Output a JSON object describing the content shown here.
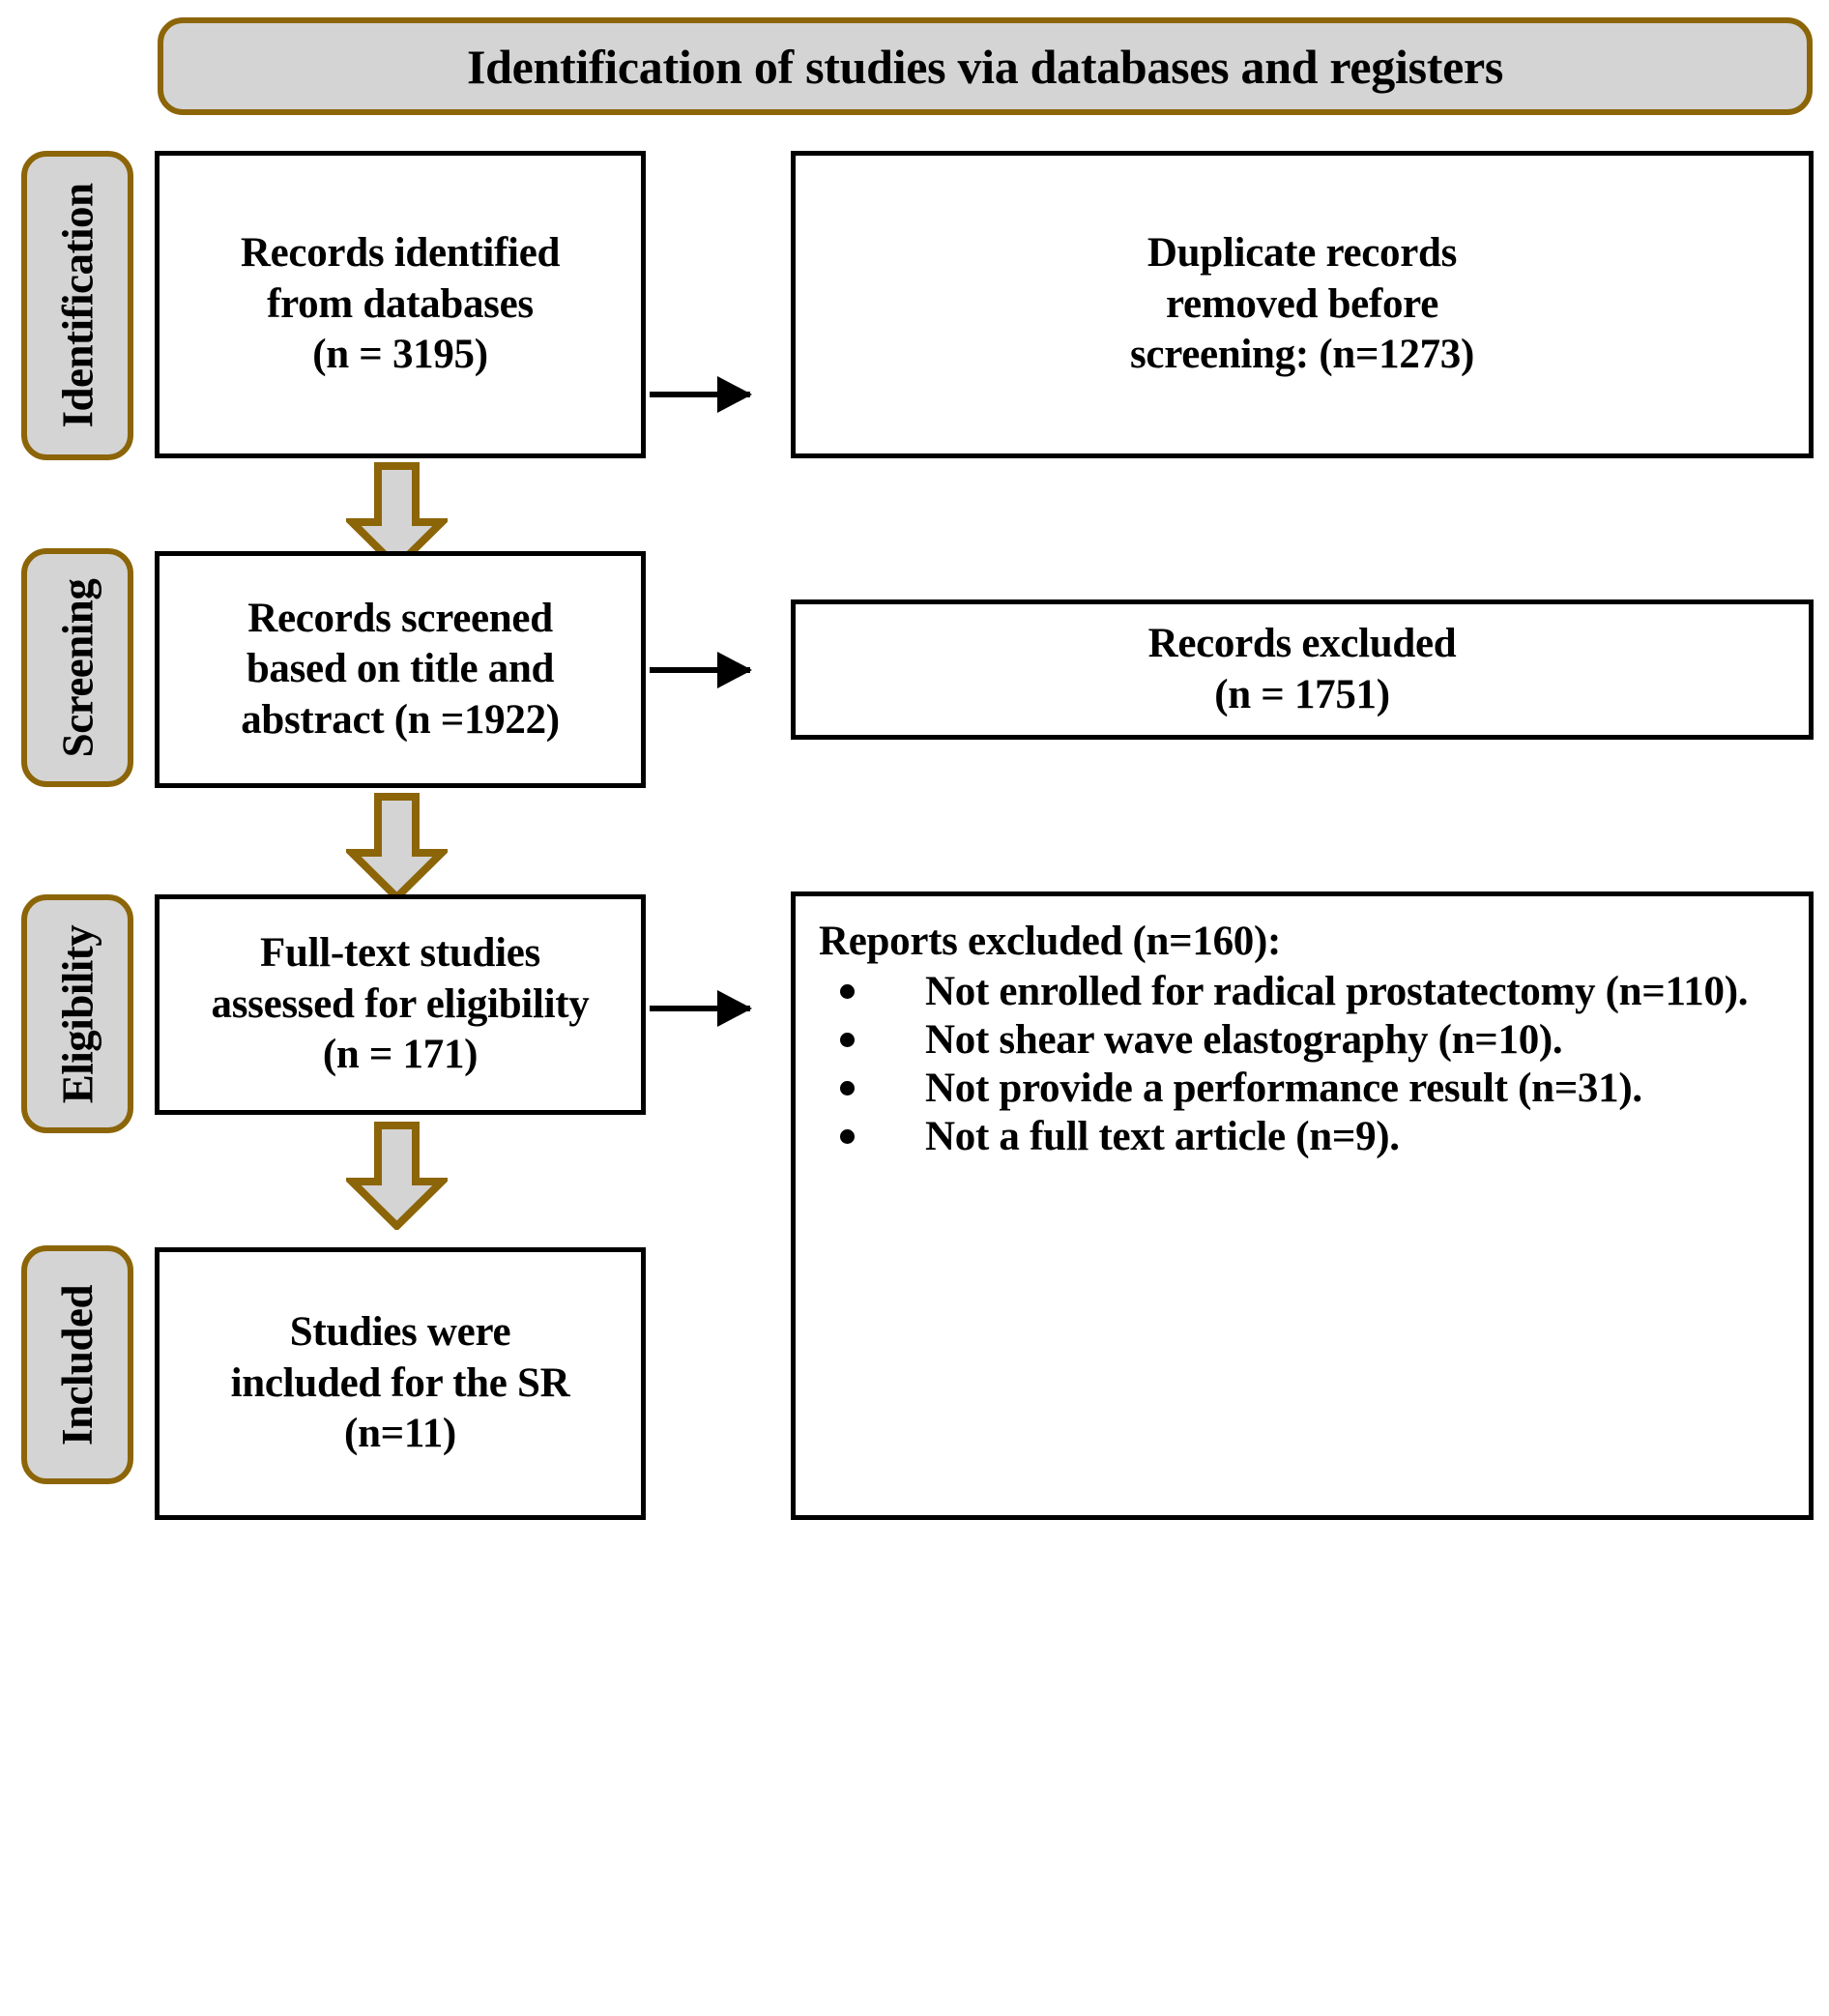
{
  "header": {
    "title": "Identification of studies via databases and registers"
  },
  "stages": [
    {
      "id": "identification",
      "label": "Identification"
    },
    {
      "id": "screening",
      "label": "Screening"
    },
    {
      "id": "eligibility",
      "label": "Eligibility"
    },
    {
      "id": "included",
      "label": "Included"
    }
  ],
  "boxes": {
    "records_identified": "Records identified\nfrom databases\n(n = 3195)",
    "duplicates_removed": "Duplicate records\nremoved before\nscreening: (n=1273)",
    "records_screened": "Records screened\nbased on title and\nabstract (n =1922)",
    "records_excluded": "Records excluded\n(n = 1751)",
    "fulltext_assessed": "Full-text studies\nassessed for eligibility\n(n = 171)",
    "studies_included": "Studies were\nincluded for the SR\n(n=11)"
  },
  "reports_excluded": {
    "heading": "Reports excluded (n=160):",
    "items": [
      "Not enrolled for radical prostatectomy (n=110).",
      "Not shear wave elastography (n=10).",
      "Not provide a performance result (n=31).",
      "Not a full text article (n=9)."
    ]
  },
  "arrows": {
    "identified_to_duplicates": "arrow-right",
    "screened_to_excluded": "arrow-right",
    "eligibility_to_reports": "arrow-right",
    "identification_to_screening": "block-arrow-down",
    "screening_to_eligibility": "block-arrow-down",
    "eligibility_to_included": "block-arrow-down"
  },
  "colors": {
    "accent_border": "#8c6508",
    "stage_fill": "#d4d4d4",
    "box_border": "#000000",
    "box_fill": "#ffffff",
    "text": "#000000"
  },
  "chart_data": {
    "type": "diagram",
    "title": "Identification of studies via databases and registers",
    "nodes": [
      {
        "stage": "Identification",
        "label": "Records identified from databases",
        "n": 3195
      },
      {
        "stage": "Identification",
        "label": "Duplicate records removed before screening",
        "n": 1273
      },
      {
        "stage": "Screening",
        "label": "Records screened based on title and abstract",
        "n": 1922
      },
      {
        "stage": "Screening",
        "label": "Records excluded",
        "n": 1751
      },
      {
        "stage": "Eligibility",
        "label": "Full-text studies assessed for eligibility",
        "n": 171
      },
      {
        "stage": "Eligibility",
        "label": "Reports excluded",
        "n": 160
      },
      {
        "stage": "Eligibility",
        "label": "Not enrolled for radical prostatectomy",
        "n": 110
      },
      {
        "stage": "Eligibility",
        "label": "Not shear wave elastography",
        "n": 10
      },
      {
        "stage": "Eligibility",
        "label": "Not provide a performance result",
        "n": 31
      },
      {
        "stage": "Eligibility",
        "label": "Not a full text article",
        "n": 9
      },
      {
        "stage": "Included",
        "label": "Studies were included for the SR",
        "n": 11
      }
    ]
  }
}
